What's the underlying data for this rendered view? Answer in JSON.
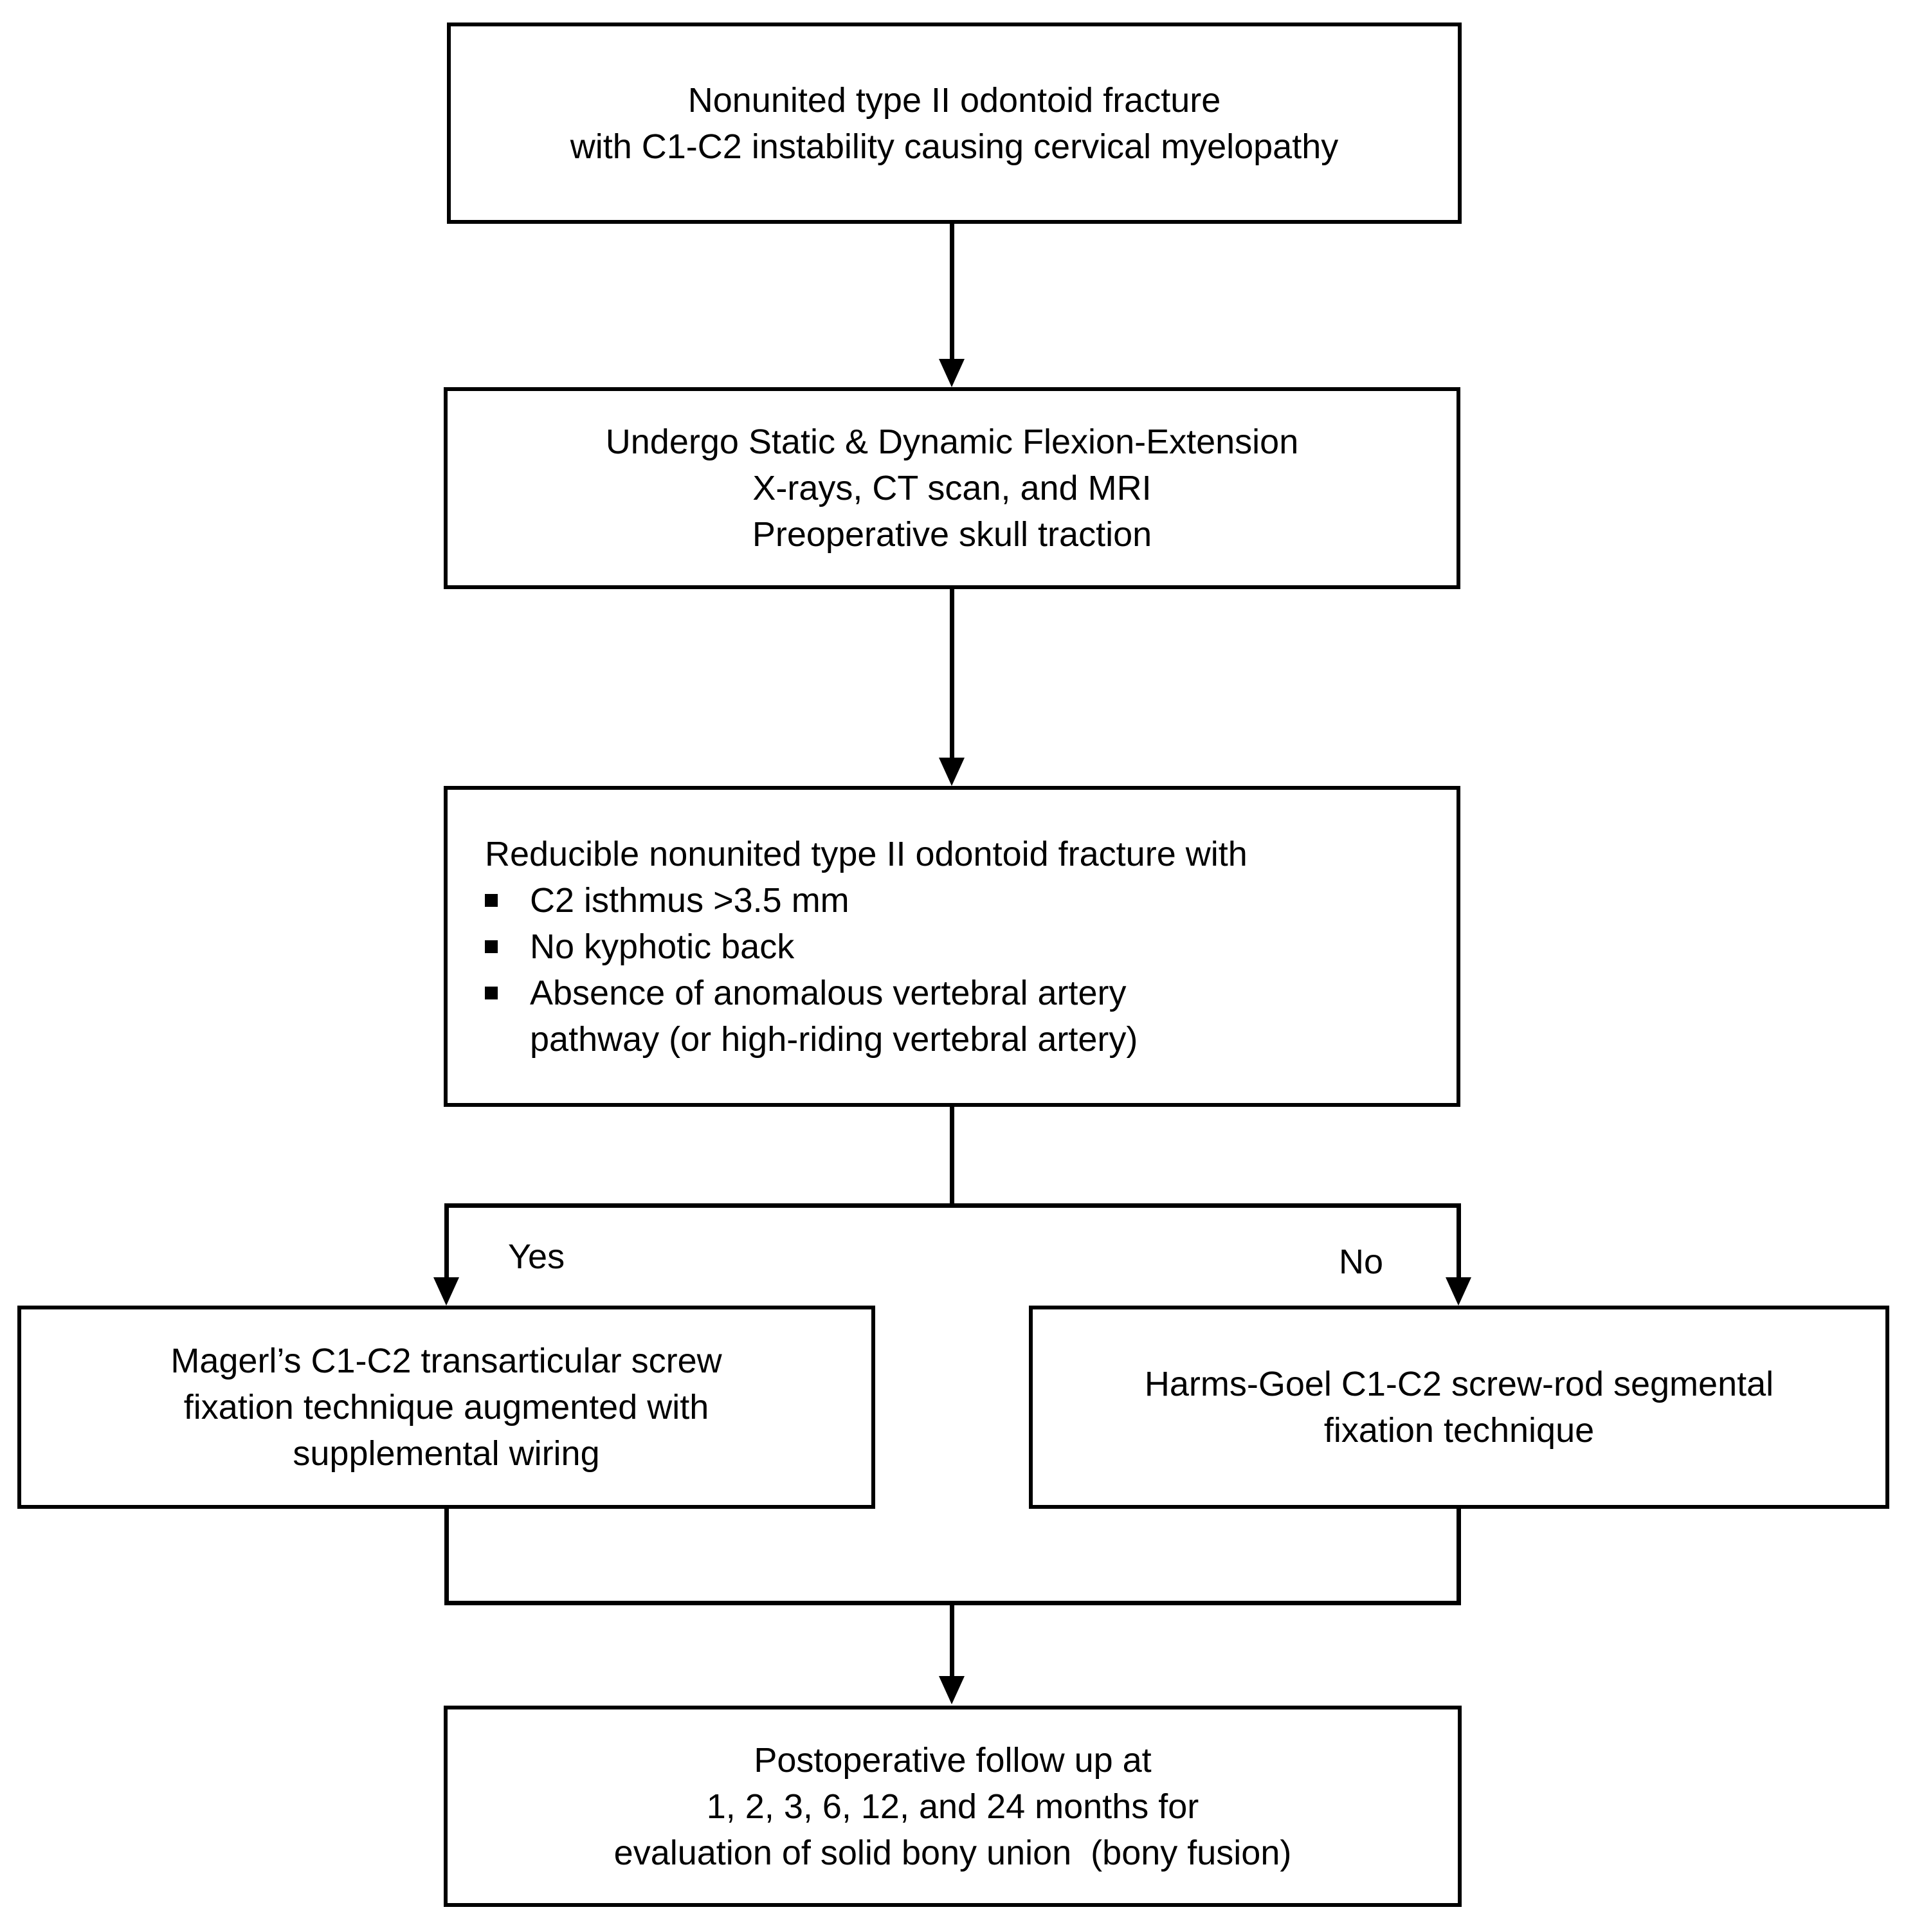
{
  "flowchart": {
    "box_start": {
      "lines": [
        "Nonunited type II odontoid fracture",
        "with C1-C2 instability causing cervical myelopathy"
      ]
    },
    "box_workup": {
      "lines": [
        "Undergo Static & Dynamic Flexion-Extension",
        "X-rays, CT scan, and MRI",
        "Preoperative skull traction"
      ]
    },
    "box_criteria": {
      "title": "Reducible nonunited type II odontoid fracture with",
      "bullets": [
        {
          "lines": [
            "C2 isthmus >3.5 mm"
          ]
        },
        {
          "lines": [
            "No kyphotic back"
          ]
        },
        {
          "lines": [
            "Absence of anomalous vertebral artery",
            "pathway (or high-riding vertebral artery)"
          ]
        }
      ]
    },
    "branch": {
      "yes_label": "Yes",
      "no_label": "No"
    },
    "box_yes": {
      "lines": [
        "Magerl’s C1-C2 transarticular screw",
        "fixation technique augmented with",
        "supplemental wiring"
      ]
    },
    "box_no": {
      "lines": [
        "Harms-Goel C1-C2 screw-rod segmental",
        "fixation technique"
      ]
    },
    "box_followup": {
      "lines": [
        "Postoperative follow up at",
        "1, 2, 3, 6, 12, and 24 months for",
        "evaluation of solid bony union  (bony fusion)"
      ]
    },
    "colors": {
      "line": "#000000",
      "background": "#ffffff"
    }
  }
}
